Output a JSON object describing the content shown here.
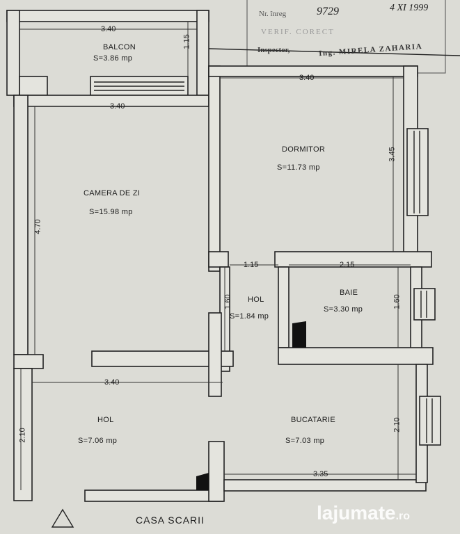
{
  "stamp": {
    "reg_label": "Nr. înreg",
    "reg_number": "9729",
    "date": "4 XI 1999",
    "verified": "VERIF. CORECT",
    "inspector": "Inspector,",
    "inspector_name": "Ing. MIRELA ZAHARIA"
  },
  "rooms": {
    "balcon": {
      "name": "BALCON",
      "area": "S=3.86 mp",
      "width": "3.40",
      "depth": "1.15"
    },
    "camera": {
      "name": "CAMERA DE ZI",
      "area": "S=15.98 mp",
      "width": "3.40",
      "depth": "4.70"
    },
    "dormitor": {
      "name": "DORMITOR",
      "area": "S=11.73 mp",
      "width": "3.40",
      "depth": "3.45"
    },
    "hol_mic": {
      "name": "HOL",
      "area": "S=1.84 mp",
      "width": "1.15",
      "depth": "1.60"
    },
    "baie": {
      "name": "BAIE",
      "area": "S=3.30 mp",
      "width": "2.15",
      "depth": "1.60"
    },
    "hol": {
      "name": "HOL",
      "area": "S=7.06 mp",
      "width": "3.40",
      "depth": "2.10"
    },
    "bucatarie": {
      "name": "BUCATARIE",
      "area": "S=7.03 mp",
      "width": "3.35",
      "depth": "2.10"
    }
  },
  "footer": {
    "label": "CASA SCARII"
  },
  "watermark": {
    "brand": "lajumate",
    "tld": ".ro"
  }
}
